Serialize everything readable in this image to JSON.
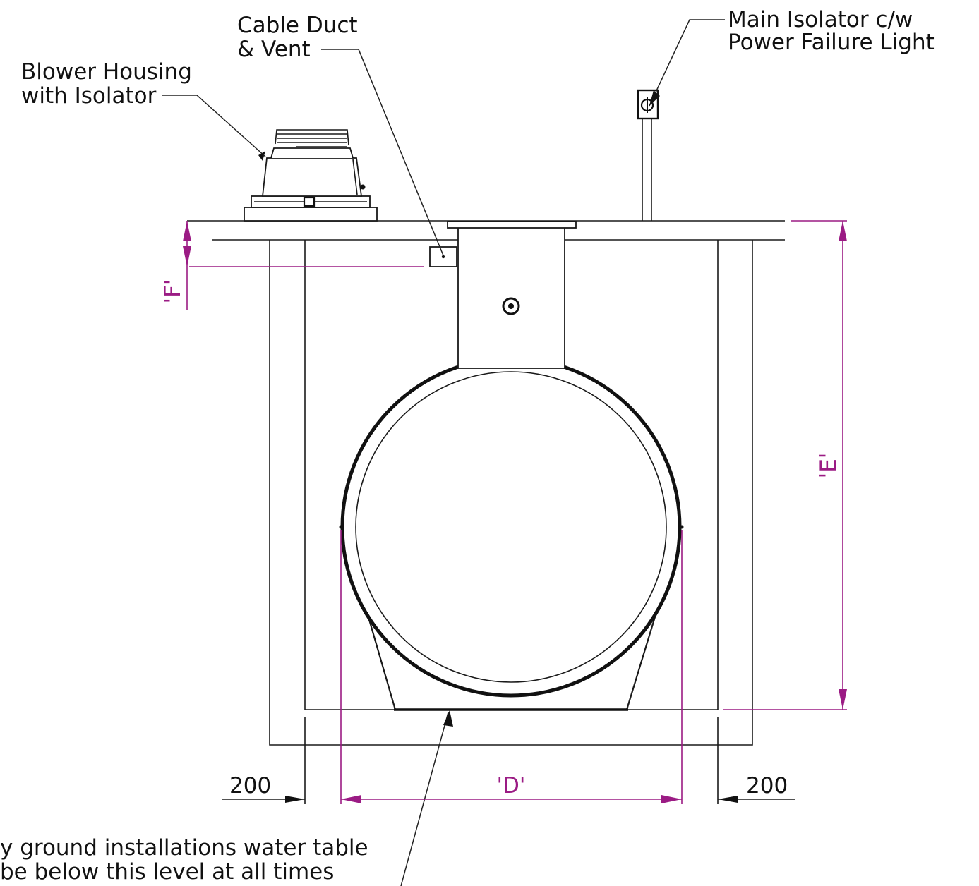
{
  "labels": {
    "cable_duct_line1": "Cable Duct",
    "cable_duct_line2": "& Vent",
    "blower_line1": "Blower Housing",
    "blower_line2": "with Isolator",
    "isolator_line1": "Main Isolator c/w",
    "isolator_line2": "Power Failure Light",
    "water_line1": "y ground installations water table",
    "water_line2": "be below this level at all times"
  },
  "dimensions": {
    "f_label": "'F'",
    "e_label": "'E'",
    "d_label": "'D'",
    "left_offset": "200",
    "right_offset": "200"
  },
  "colors": {
    "line": "#1a1a1a",
    "dimension": "#9b1b84"
  }
}
